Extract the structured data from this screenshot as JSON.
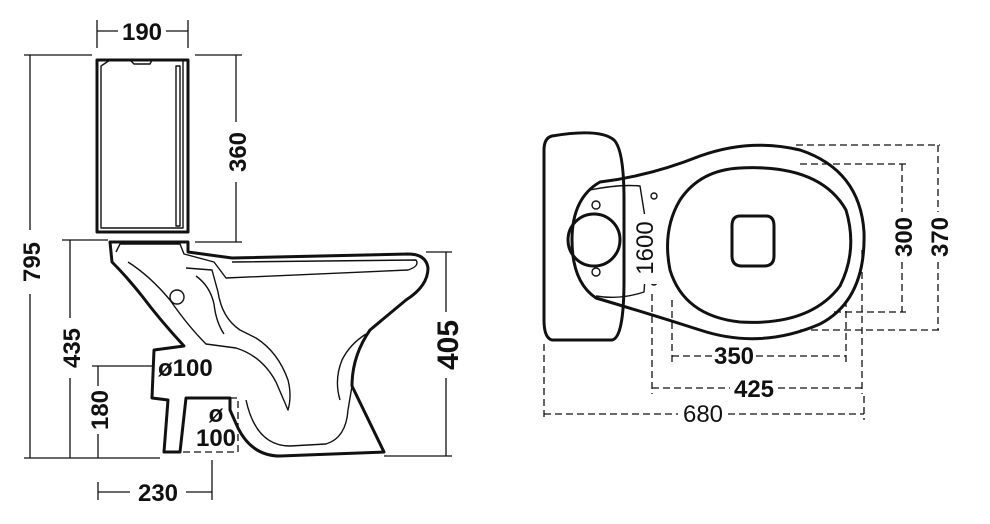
{
  "side_view": {
    "tank_width": "190",
    "tank_height": "360",
    "total_height": "795",
    "bowl_height": "435",
    "outlet_height": "180",
    "rim_height": "405",
    "outlet_diameter": "ø100",
    "floor_outlet_symbol": "ø",
    "floor_outlet_value": "100",
    "outlet_offset": "230"
  },
  "top_view": {
    "tank_depth": "1600",
    "seat_inner_width": "300",
    "seat_outer_width": "370",
    "bowl_inner_length": "350",
    "bowl_length": "425",
    "total_length": "680"
  }
}
